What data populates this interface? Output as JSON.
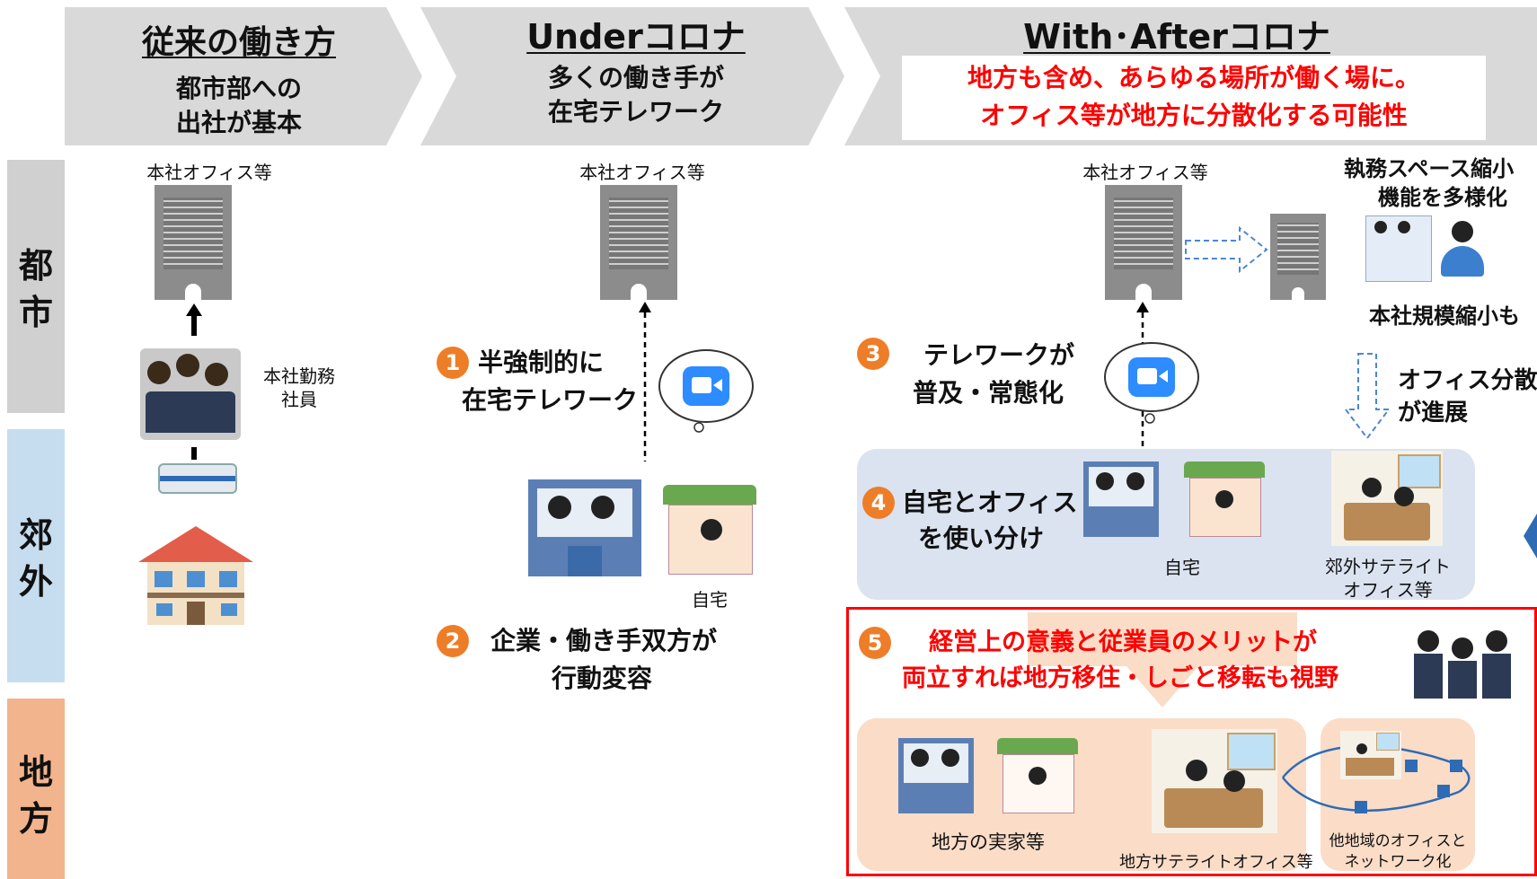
{
  "row_labels": {
    "city": [
      "都",
      "市"
    ],
    "suburb": [
      "郊",
      "外"
    ],
    "region": [
      "地",
      "方"
    ]
  },
  "colors": {
    "arrow_gray": "#d9d9d9",
    "row_city": "#d0d0d0",
    "row_suburb": "#c6ddef",
    "row_region": "#f2b48d",
    "orange_badge": "#ee7d28",
    "red": "#ff0000",
    "panel_blue": "#dbe3f1",
    "panel_peach": "#fadcc7",
    "building": "#8c8c8c"
  },
  "col1": {
    "title": "従来の働き方",
    "sub1": "都市部への",
    "sub2": "出社が基本",
    "office_label": "本社オフィス等",
    "worker_label1": "本社勤務",
    "worker_label2": "社員"
  },
  "col2": {
    "title": "Underコロナ",
    "sub1": "多くの働き手が",
    "sub2": "在宅テレワーク",
    "office_label": "本社オフィス等",
    "step1_num": "1",
    "step1_line1": "半強制的に",
    "step1_line2": "在宅テレワーク",
    "home_label": "自宅",
    "step2_num": "2",
    "step2_line1": "企業・働き手双方が",
    "step2_line2": "行動変容"
  },
  "col3": {
    "title": "With･Afterコロナ",
    "sub1": "地方も含め、あらゆる場所が働く場に。",
    "sub2": "オフィス等が地方に分散化する可能性",
    "office_label": "本社オフィス等",
    "space1": "執務スペース縮小",
    "space2": "機能を多様化",
    "shrink": "本社規模縮小も",
    "disperse1": "オフィス分散",
    "disperse2": "が進展",
    "step3_num": "3",
    "step3_line1": "テレワークが",
    "step3_line2": "普及・常態化",
    "step4_num": "4",
    "step4_line1": "自宅とオフィス",
    "step4_line2": "を使い分け",
    "home_label": "自宅",
    "satellite1": "郊外サテライト",
    "satellite2": "オフィス等",
    "step5_num": "5",
    "step5_line1": "経営上の意義と従業員のメリットが",
    "step5_line2": "両立すれば地方移住・しごと移転も視野",
    "family_home": "地方の実家等",
    "regional_sat": "地方サテライトオフィス等",
    "network1": "他地域のオフィスと",
    "network2": "ネットワーク化"
  }
}
